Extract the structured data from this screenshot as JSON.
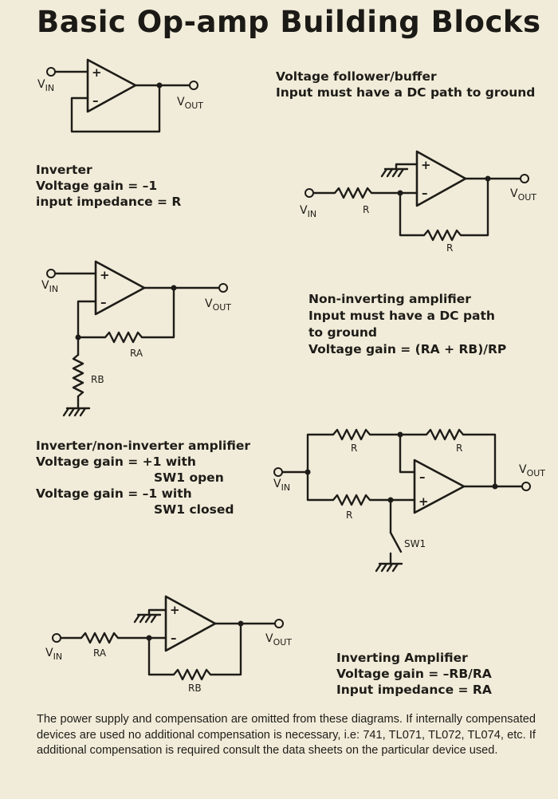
{
  "page": {
    "title": "Basic Op-amp Building Blocks"
  },
  "labels": {
    "vin_main": "V",
    "vin_sub": "IN",
    "vout_main": "V",
    "vout_sub": "OUT",
    "r": "R",
    "ra": "RA",
    "rb": "RB",
    "sw1": "SW1",
    "plus": "+",
    "minus": "–"
  },
  "notes": {
    "follower": [
      "Voltage follower/buffer",
      "Input must have a DC path to ground"
    ],
    "inverter": [
      "Inverter",
      "Voltage gain = –1",
      "input impedance = R"
    ],
    "noninverting": [
      "Non-inverting amplifier",
      "Input must have a DC path",
      "to ground",
      "Voltage gain = (RA + RB)/RP"
    ],
    "inv_noninv": {
      "line1": "Inverter/non-inverter amplifier",
      "line2a": "Voltage gain = +1 with",
      "line2b": "SW1 open",
      "line3a": "Voltage gain = –1 with",
      "line3b": "SW1 closed"
    },
    "inverting": [
      "Inverting Amplifier",
      "Voltage gain = –RB/RA",
      "Input impedance = RA"
    ]
  },
  "footer": "The power supply and compensation are omitted from these diagrams. If internally compensated devices are used no additional compensation is necessary, i.e: 741, TL071, TL072, TL074, etc. If additional compensation is required consult the data sheets on the particular device used."
}
